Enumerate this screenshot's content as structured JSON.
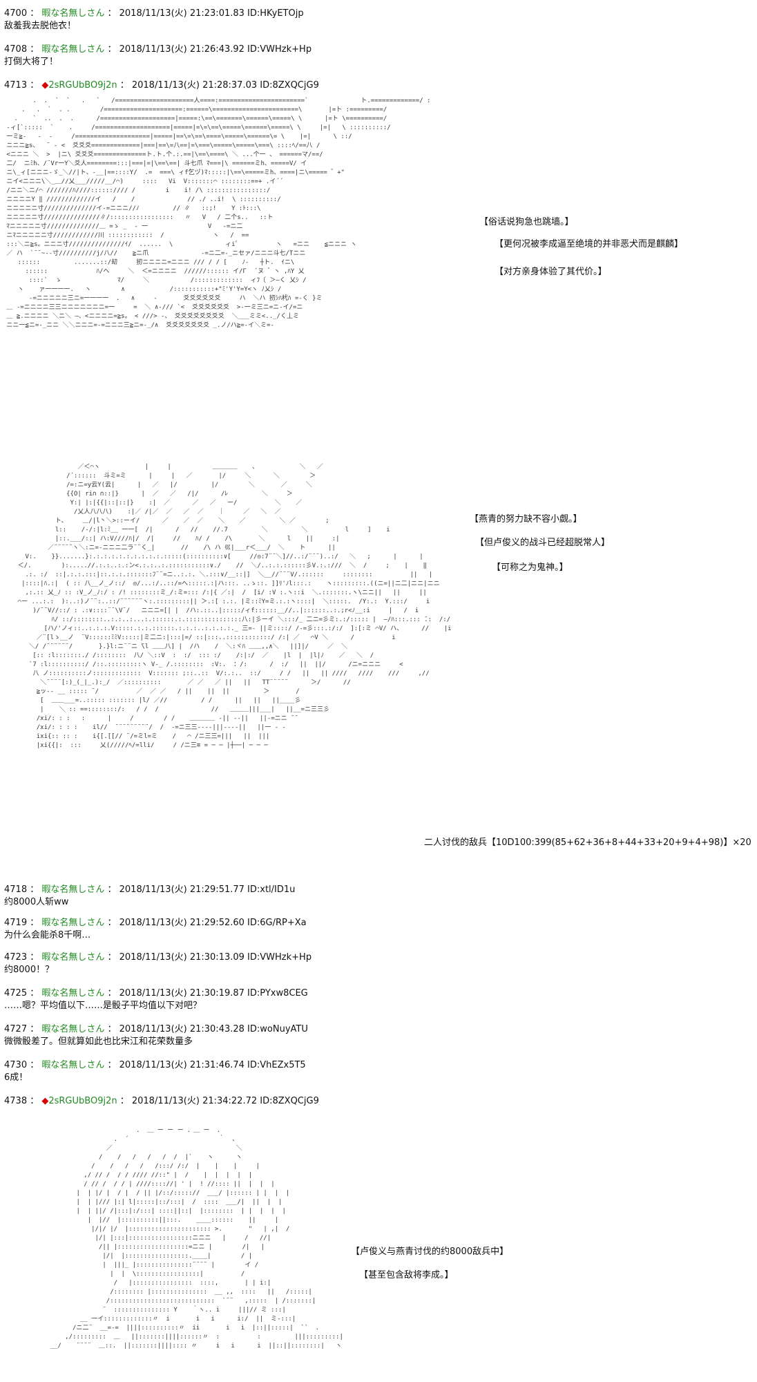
{
  "posts": [
    {
      "num": "4700",
      "name": "暇な名無しさん",
      "date": "2018/11/13(火) 21:23:01.83",
      "id": "ID:HKyETOjp",
      "body": "敌羞我去脱他衣！"
    },
    {
      "num": "4708",
      "name": "暇な名無しさん",
      "date": "2018/11/13(火) 21:26:43.92",
      "id": "ID:VWHzk+Hp",
      "body": "打倒大将了！"
    },
    {
      "num": "4713",
      "name": "2sRGUbBO9j2n",
      "date": "2018/11/13(火) 21:28:37.03",
      "id": "ID:8ZXQCjG9",
      "body": ""
    },
    {
      "num": "4718",
      "name": "暇な名無しさん",
      "date": "2018/11/13(火) 21:29:51.77",
      "id": "ID:xtl/ID1u",
      "body": "约8000人斩ww"
    },
    {
      "num": "4719",
      "name": "暇な名無しさん",
      "date": "2018/11/13(火) 21:29:52.60",
      "id": "ID:6G/RP+Xa",
      "body": "为什么会能杀8千啊…"
    },
    {
      "num": "4723",
      "name": "暇な名無しさん",
      "date": "2018/11/13(火) 21:30:13.09",
      "id": "ID:VWHzk+Hp",
      "body": "约8000！？"
    },
    {
      "num": "4725",
      "name": "暇な名無しさん",
      "date": "2018/11/13(火) 21:30:19.87",
      "id": "ID:PYxw8CEG",
      "body": "……嗯？平均值以下……是骰子平均值以下对吧？"
    },
    {
      "num": "4727",
      "name": "暇な名無しさん",
      "date": "2018/11/13(火) 21:30:43.28",
      "id": "ID:woNuyATU",
      "body": "微微骰差了。但就算如此也比宋江和花荣数量多"
    },
    {
      "num": "4730",
      "name": "暇な名無しさん",
      "date": "2018/11/13(火) 21:31:46.74",
      "id": "ID:VhEZx5T5",
      "body": "6成！"
    },
    {
      "num": "4738",
      "name": "2sRGUbBO9j2n",
      "date": "2018/11/13(火) 21:34:22.72",
      "id": "ID:8ZXQCjG9",
      "body": ""
    }
  ],
  "captions1": [
    "【俗话说狗急也跳墙。】",
    "【更何况被李成逼至绝境的并非恶犬而是麒麟】",
    "【对方亲身体验了其代价。】"
  ],
  "captions2": [
    "【燕青的努力缺不容小觑。】",
    "【但卢俊义的战斗已经超脱常人】",
    "【可称之为鬼神。】"
  ],
  "captions2b": "二人讨伐的敌兵【10D100:399(85+62+36+8+44+33+20+9+4+98)】×20",
  "captions3": [
    "【卢俊义与燕青讨伐的约8000敌兵中】",
    "【甚至包含敌将李成。】"
  ],
  "colors": {
    "name": "#228b22",
    "trip_mark": "#dd0000"
  }
}
